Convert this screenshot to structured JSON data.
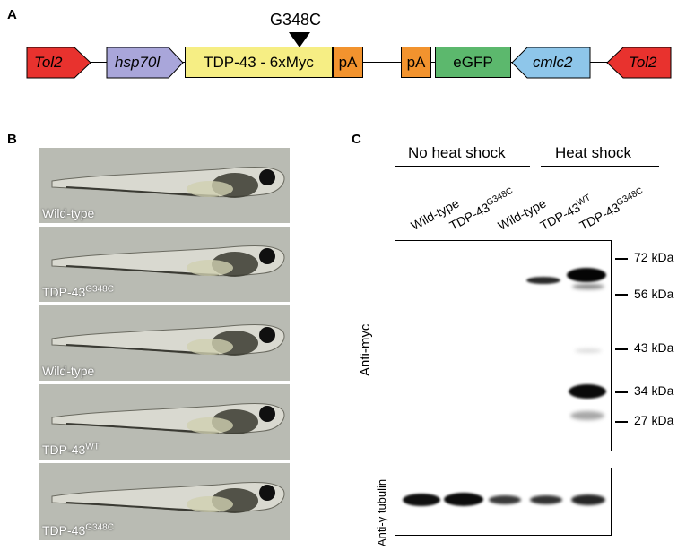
{
  "panelA": {
    "letter": "A",
    "mutation": "G348C",
    "tol2_left": "Tol2",
    "hsp70l": "hsp70l",
    "tdp43_myc": "TDP-43 - 6xMyc",
    "pA1": "pA",
    "pA2": "pA",
    "egfp": "eGFP",
    "cmlc2": "cmlc2",
    "tol2_right": "Tol2",
    "colors": {
      "tol2": "#e8322e",
      "hsp70l": "#a9a6da",
      "tdp": "#f6ee84",
      "pA": "#f2932e",
      "egfp": "#5cb86d",
      "cmlc2": "#8ec6ea"
    }
  },
  "panelB": {
    "letter": "B",
    "fish": [
      {
        "label_main": "Wild-type",
        "label_sup": ""
      },
      {
        "label_main": "TDP-43",
        "label_sup": "G348C"
      },
      {
        "label_main": "Wild-type",
        "label_sup": ""
      },
      {
        "label_main": "TDP-43",
        "label_sup": "WT"
      },
      {
        "label_main": "TDP-43",
        "label_sup": "G348C"
      }
    ]
  },
  "panelC": {
    "letter": "C",
    "group_no_heat": "No heat shock",
    "group_heat": "Heat shock",
    "lanes": [
      {
        "main": "Wild-type",
        "sup": ""
      },
      {
        "main": "TDP-43",
        "sup": "G348C"
      },
      {
        "main": "Wild-type",
        "sup": ""
      },
      {
        "main": "TDP-43",
        "sup": "WT"
      },
      {
        "main": "TDP-43",
        "sup": "G348C"
      }
    ],
    "anti_myc": "Anti-myc",
    "anti_tubulin": "Anti-γ tubulin",
    "markers": [
      "72 kDa",
      "56 kDa",
      "43 kDa",
      "34 kDa",
      "27 kDa"
    ]
  }
}
